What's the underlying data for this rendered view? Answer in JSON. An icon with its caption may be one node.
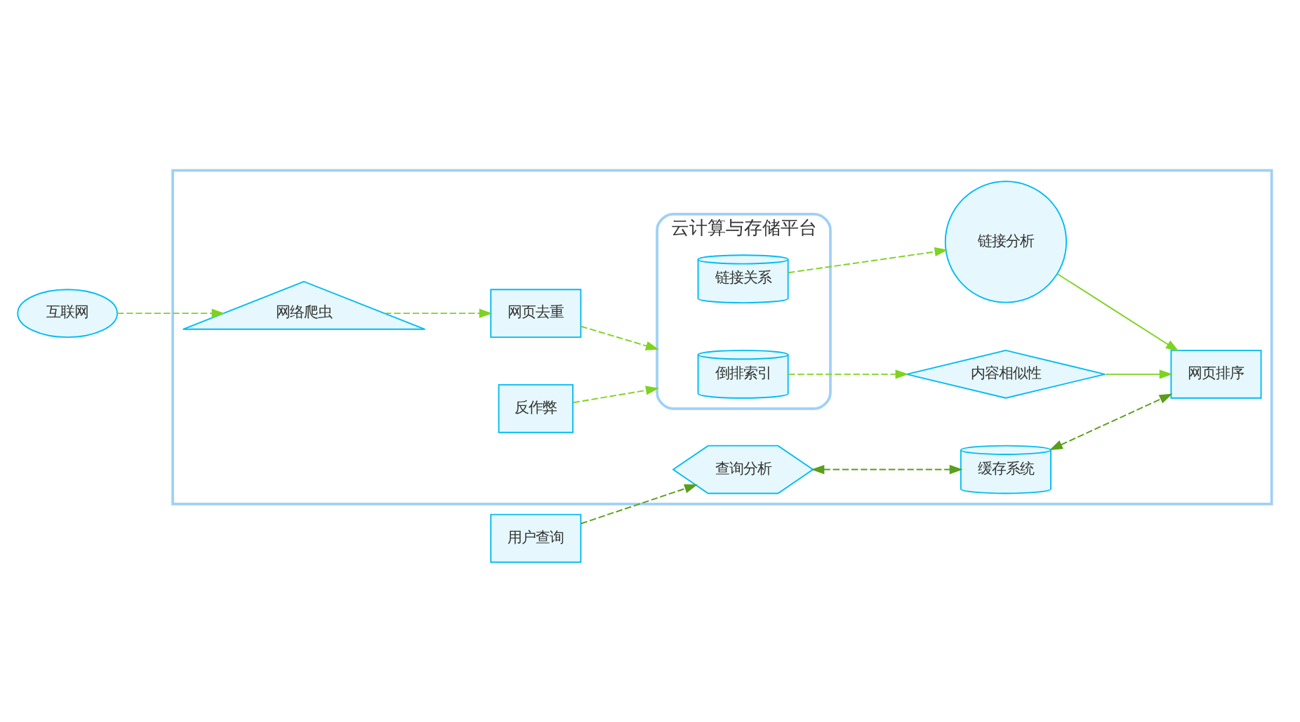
{
  "diagram": {
    "nodes": [
      {
        "text": [
          "互联网"
        ]
      },
      {
        "text": [
          "用户查询"
        ]
      },
      {
        "text": [],
        "shape": "box"
      },
      {
        "text": [
          "网络爬虫"
        ],
        "in": 2
      },
      {
        "text": [
          "反作弊"
        ],
        "in": 2
      },
      {
        "text": [
          "云计算与存储平台"
        ],
        "in": 2
      },
      {
        "text": [
          "倒排索引"
        ],
        "in": 5
      },
      {
        "text": [
          "链接关系"
        ],
        "in": 5
      },
      {
        "text": [
          "链接分析"
        ],
        "in": 2
      },
      {
        "text": [
          "查询分析"
        ],
        "in": 2
      },
      {
        "text": [
          "缓存系统"
        ],
        "in": 2
      },
      {
        "text": [
          "网页去重"
        ],
        "in": 2
      },
      {
        "text": [
          "内容相似性"
        ],
        "in": 2
      },
      {
        "text": [
          "网页排序"
        ],
        "in": 2
      }
    ],
    "edges": [
      {
        "from": 0,
        "to": 3,
        "arrow": "to",
        "style": "dashed"
      },
      {
        "from": 3,
        "to": 11,
        "arrow": "to",
        "style": "dashed"
      },
      {
        "from": 11,
        "to": 5,
        "arrow": "to",
        "style": "dashed"
      },
      {
        "from": 4,
        "to": 5,
        "arrow": "to",
        "style": "dashed"
      },
      {
        "from": 7,
        "to": 8,
        "arrow": "to",
        "style": "dashed"
      },
      {
        "from": 6,
        "to": 12,
        "arrow": "to",
        "style": "dashed"
      },
      {
        "from": 8,
        "to": 13,
        "arrow": "to"
      },
      {
        "from": 12,
        "to": 13,
        "arrow": "to"
      },
      {
        "from": 1,
        "to": 9,
        "arrow": "to",
        "style": "dashed",
        "color": "#5a9e1a"
      },
      {
        "from": 9,
        "to": 10,
        "arrow": "both",
        "style": "dashed",
        "color": "#5a9e1a"
      },
      {
        "from": 10,
        "to": 13,
        "arrow": "both",
        "style": "dashed",
        "color": "#5a9e1a"
      }
    ]
  }
}
